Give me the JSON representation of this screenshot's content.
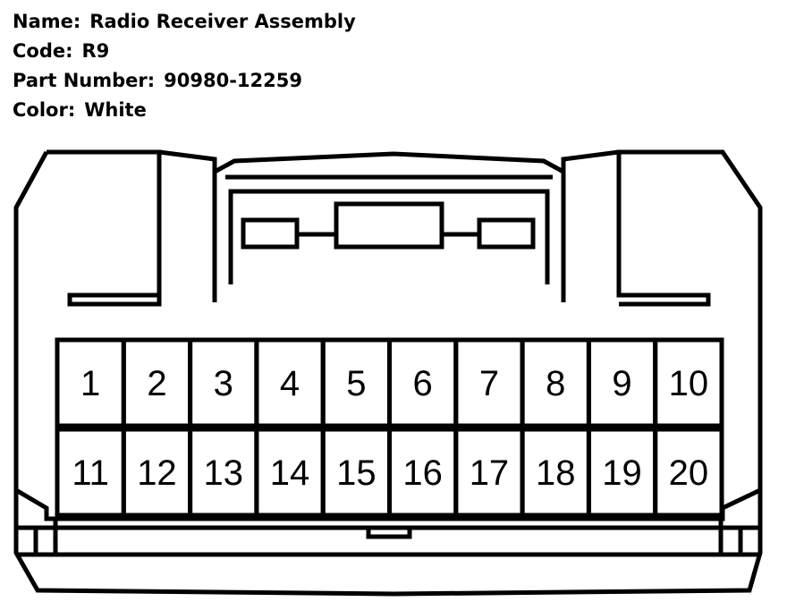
{
  "connector": {
    "name_label": "Name:",
    "name": "Radio Receiver Assembly",
    "code_label": "Code:",
    "code": "R9",
    "part_label": "Part Number:",
    "part_number": "90980-12259",
    "color_label": "Color:",
    "color": "White"
  },
  "pins": {
    "top_row": [
      "1",
      "2",
      "3",
      "4",
      "5",
      "6",
      "7",
      "8",
      "9",
      "10"
    ],
    "bottom_row": [
      "11",
      "12",
      "13",
      "14",
      "15",
      "16",
      "17",
      "18",
      "19",
      "20"
    ]
  },
  "colors": {
    "stroke": "#000000",
    "background": "#ffffff"
  }
}
